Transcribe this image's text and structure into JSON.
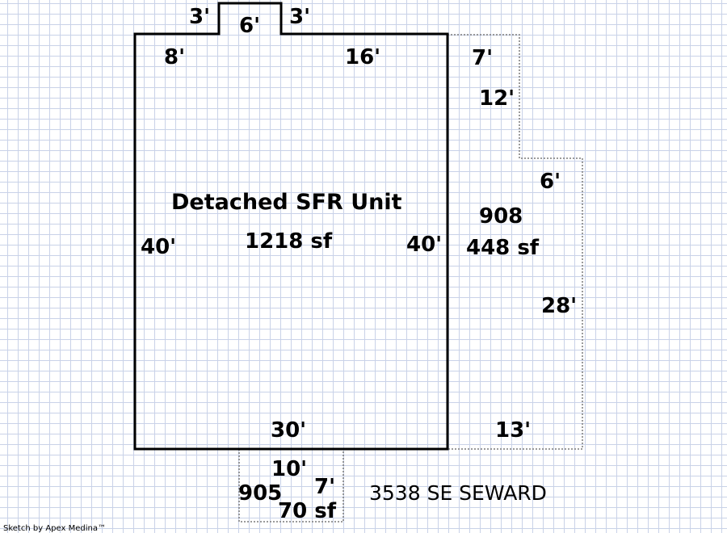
{
  "main_unit": {
    "title": "Detached SFR Unit",
    "area": "1218 sf",
    "dims": {
      "notch_left": "3'",
      "notch_top": "6'",
      "notch_right": "3'",
      "top_left": "8'",
      "top_right": "16'",
      "left": "40'",
      "right": "40'",
      "bottom": "30'"
    }
  },
  "area_908": {
    "code": "908",
    "area": "448 sf",
    "dims": {
      "top": "7'",
      "upper_side": "12'",
      "step": "6'",
      "right": "28'",
      "bottom": "13'"
    }
  },
  "area_905": {
    "code": "905",
    "area": "70 sf",
    "dims": {
      "top": "10'",
      "side": "7'"
    }
  },
  "address": "3538 SE SEWARD",
  "credit": "Sketch by Apex Medina™",
  "colors": {
    "wall": "#000000",
    "dotted_outline": "#7a7a7a",
    "grid": "#c9d2e8"
  }
}
